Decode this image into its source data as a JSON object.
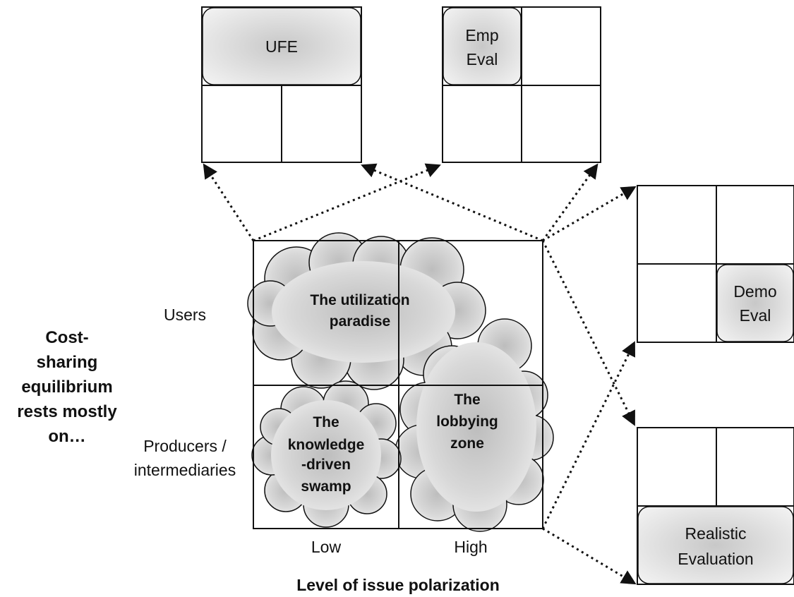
{
  "side_label": {
    "lines": [
      "Cost-",
      "sharing",
      "equilibrium",
      "rests mostly",
      "on…"
    ]
  },
  "row_labels": {
    "users": "Users",
    "producers": [
      "Producers /",
      "intermediaries"
    ]
  },
  "column_labels": {
    "low": "Low",
    "high": "High"
  },
  "x_axis_title": "Level of issue polarization",
  "clouds": {
    "utilization_paradise": [
      "The utilization",
      "paradise"
    ],
    "knowledge_swamp": [
      "The",
      "knowledge",
      "-driven",
      "swamp"
    ],
    "lobbying_zone": [
      "The",
      "lobbying",
      "zone"
    ]
  },
  "boxes": {
    "ufe": "UFE",
    "emp_eval": [
      "Emp",
      "Eval"
    ],
    "demo_eval": [
      "Demo",
      "Eval"
    ],
    "realistic_evaluation": [
      "Realistic",
      "Evaluation"
    ]
  }
}
